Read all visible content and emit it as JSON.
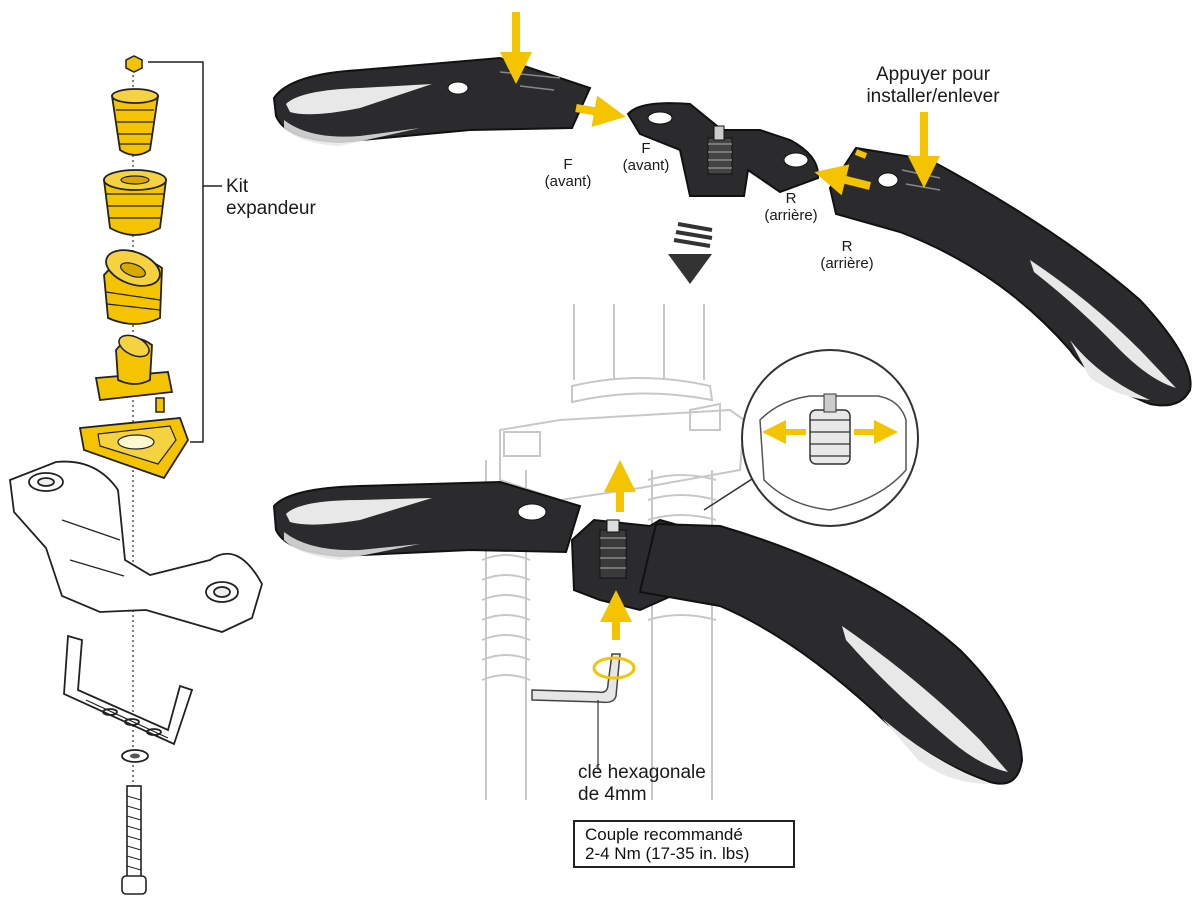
{
  "labels": {
    "kit": "Kit\nexpandeur",
    "press": "Appuyer pour\ninstaller/enlever",
    "front_fender": "F\n(avant)",
    "front_bracket": "F\n(avant)",
    "rear_bracket": "R\n(arrière)",
    "rear_fender": "R\n(arrière)",
    "hex_key": "clé hexagonale\nde 4mm"
  },
  "torque": {
    "title": "Couple recommandé",
    "value": "2-4 Nm (17-35 in. lbs)"
  },
  "colors": {
    "accent": "#f5c400",
    "part_dark": "#2b2b2d",
    "highlight": "#e8e8e8",
    "line": "#1a1a1a"
  }
}
